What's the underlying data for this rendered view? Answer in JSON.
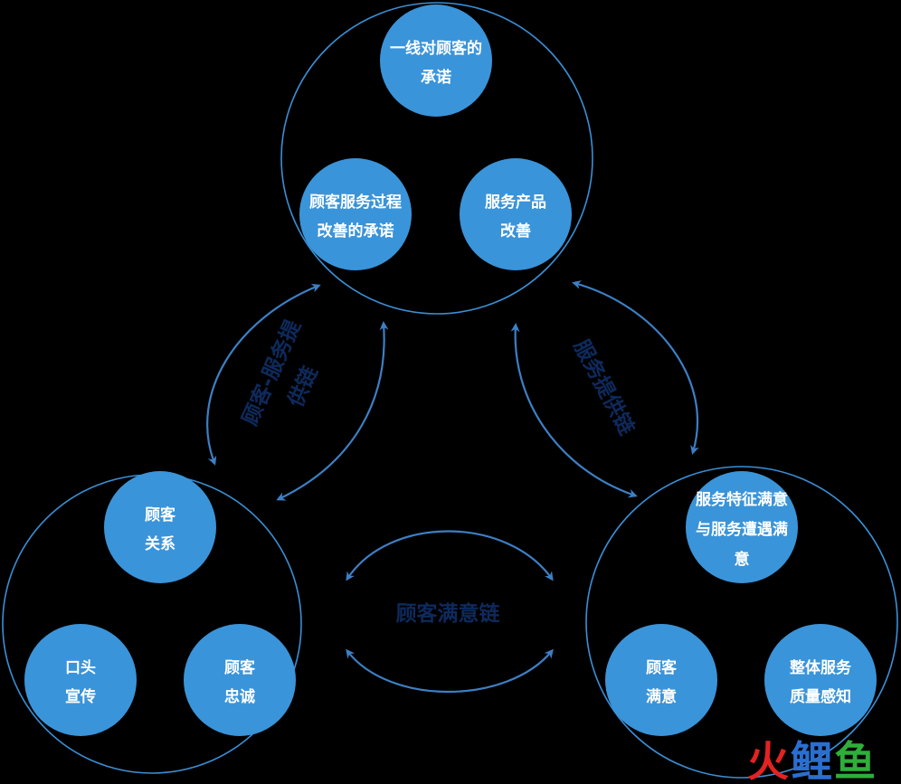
{
  "colors": {
    "background": "#000000",
    "node_fill": "#3a94d9",
    "ring_stroke": "#3a8fd6",
    "arrow_stroke": "#3d7fc4",
    "chain_label": "#0e2a5c",
    "logo_red": "#e32222",
    "logo_blue": "#2a6fd0",
    "logo_green": "#2fae3a"
  },
  "groups": {
    "top": {
      "nodes": [
        {
          "line1": "一线对顾客的",
          "line2": "承诺"
        },
        {
          "line1": "顾客服务过程",
          "line2": "改善的承诺"
        },
        {
          "line1": "服务产品",
          "line2": "改善"
        }
      ]
    },
    "left": {
      "nodes": [
        {
          "line1": "顾客",
          "line2": "关系"
        },
        {
          "line1": "口头",
          "line2": "宣传"
        },
        {
          "line1": "顾客",
          "line2": "忠诚"
        }
      ]
    },
    "right": {
      "nodes": [
        {
          "line1": "服务特征满意",
          "line2": "与服务遭遇满",
          "line3": "意"
        },
        {
          "line1": "顾客",
          "line2": "满意"
        },
        {
          "line1": "整体服务",
          "line2": "质量感知"
        }
      ]
    }
  },
  "chains": {
    "left": {
      "line1": "顾客-服务提",
      "line2": "供链"
    },
    "right": {
      "label": "服务提供链"
    },
    "bottom": {
      "label": "顾客满意链"
    }
  },
  "logo": {
    "c1": "火",
    "c2": "鲤",
    "c3": "鱼"
  }
}
